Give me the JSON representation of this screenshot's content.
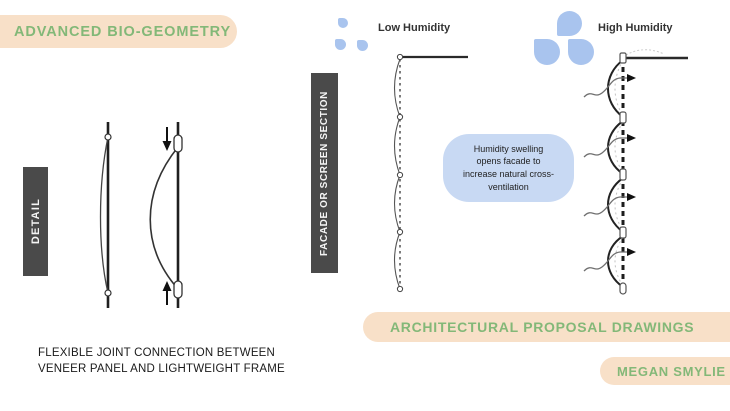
{
  "slide": {
    "title": "ADVANCED BIO-GEOMETRY",
    "subtitle": "ARCHITECTURAL PROPOSAL DRAWINGS",
    "author": "MEGAN SMYLIE"
  },
  "detail_section": {
    "label": "DETAIL",
    "caption": {
      "line1": "FLEXIBLE JOINT CONNECTION BETWEEN",
      "line2": "VENEER PANEL AND LIGHTWEIGHT FRAME"
    }
  },
  "facade_section": {
    "label": "FACADE OR SCREEN SECTION",
    "low_humidity_label": "Low Humidity",
    "high_humidity_label": "High Humidity",
    "callout_text": "Humidity swelling opens facade to increase natural cross-ventilation"
  },
  "colors": {
    "accent_green": "#83b878",
    "highlight_peach": "#f8e0c8",
    "label_dark_gray": "#4a4a4a",
    "droplet_blue": "#a9c4ee",
    "callout_blue": "#c8d9f3"
  }
}
